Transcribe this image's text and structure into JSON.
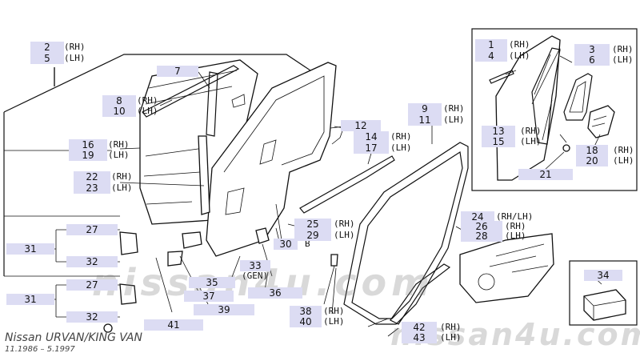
{
  "title": "Nissan URVAN/KING VAN",
  "date_range": "11.1986 – 5.1997",
  "watermarks": {
    "center": "nissan4u.com",
    "bottom_right": "nissan4u.com"
  },
  "colors": {
    "callout_fill": "#dcdcf3",
    "line": "#111111"
  },
  "callouts": [
    {
      "number": "2",
      "side": "(RH)"
    },
    {
      "number": "5",
      "side": "(LH)"
    },
    {
      "number": "7",
      "side": ""
    },
    {
      "number": "8",
      "side": "(RH)"
    },
    {
      "number": "10",
      "side": "(LH)"
    },
    {
      "number": "16",
      "side": "(RH)"
    },
    {
      "number": "19",
      "side": "(LH)"
    },
    {
      "number": "22",
      "side": "(RH)"
    },
    {
      "number": "23",
      "side": "(LH)"
    },
    {
      "number": "27",
      "side": ""
    },
    {
      "number": "31",
      "side": ""
    },
    {
      "number": "32",
      "side": ""
    },
    {
      "number": "27",
      "side": ""
    },
    {
      "number": "31",
      "side": ""
    },
    {
      "number": "32",
      "side": ""
    },
    {
      "number": "35",
      "side": ""
    },
    {
      "number": "37",
      "side": ""
    },
    {
      "number": "39",
      "side": ""
    },
    {
      "number": "41",
      "side": ""
    },
    {
      "number": "33",
      "side": "(GEN)"
    },
    {
      "number": "36",
      "side": ""
    },
    {
      "number": "30",
      "side": "B"
    },
    {
      "number": "12",
      "side": ""
    },
    {
      "number": "14",
      "side": "(RH)"
    },
    {
      "number": "17",
      "side": "(LH)"
    },
    {
      "number": "9",
      "side": "(RH)"
    },
    {
      "number": "11",
      "side": "(LH)"
    },
    {
      "number": "25",
      "side": "(RH)"
    },
    {
      "number": "29",
      "side": "(LH)"
    },
    {
      "number": "38",
      "side": "(RH)"
    },
    {
      "number": "40",
      "side": "(LH)"
    },
    {
      "number": "42",
      "side": "(RH)"
    },
    {
      "number": "43",
      "side": "(LH)"
    },
    {
      "number": "1",
      "side": "(RH)"
    },
    {
      "number": "4",
      "side": "(LH)"
    },
    {
      "number": "3",
      "side": "(RH)"
    },
    {
      "number": "6",
      "side": "(LH)"
    },
    {
      "number": "13",
      "side": "(RH)"
    },
    {
      "number": "15",
      "side": "(LH)"
    },
    {
      "number": "18",
      "side": "(RH)"
    },
    {
      "number": "20",
      "side": "(LH)"
    },
    {
      "number": "21",
      "side": ""
    },
    {
      "number": "24",
      "side": "(RH/LH)"
    },
    {
      "number": "26",
      "side": "(RH)"
    },
    {
      "number": "28",
      "side": "(LH)"
    },
    {
      "number": "34",
      "side": ""
    }
  ]
}
